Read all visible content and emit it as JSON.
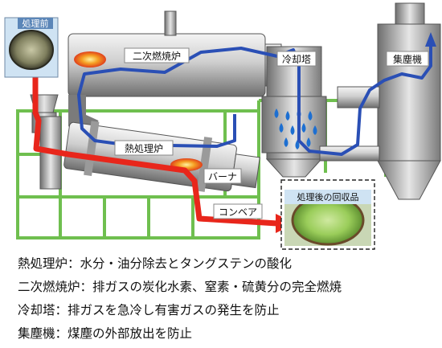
{
  "diagram": {
    "labels": {
      "before_treatment": "処理前",
      "secondary_combustion_furnace": "二次燃焼炉",
      "cooling_tower": "冷却塔",
      "dust_collector": "集塵機",
      "heat_treatment_furnace": "熱処理炉",
      "burner": "バーナ",
      "conveyor": "コンベア",
      "recovered_after_treatment": "処理後の回収品"
    },
    "colors": {
      "frame": "#6fbf4f",
      "material_flow": "#e8261b",
      "gas_flow": "#2a4fb5",
      "water": "#1d6fd1",
      "flame": "#f07a1a",
      "steel_light": "#d9d9d9",
      "steel_dark": "#6b6b6b",
      "recovered_powder": "#9acd5a"
    },
    "icons": [
      "flame-icon",
      "water-drop-icon",
      "arrow-icon"
    ]
  },
  "caption": [
    "熱処理炉：水分・油分除去とタングステンの酸化",
    "二次燃焼炉：排ガスの炭化水素、窒素・硫黄分の完全燃焼",
    "冷却塔：排ガスを急冷し有害ガスの発生を防止",
    "集塵機：煤塵の外部放出を防止"
  ]
}
